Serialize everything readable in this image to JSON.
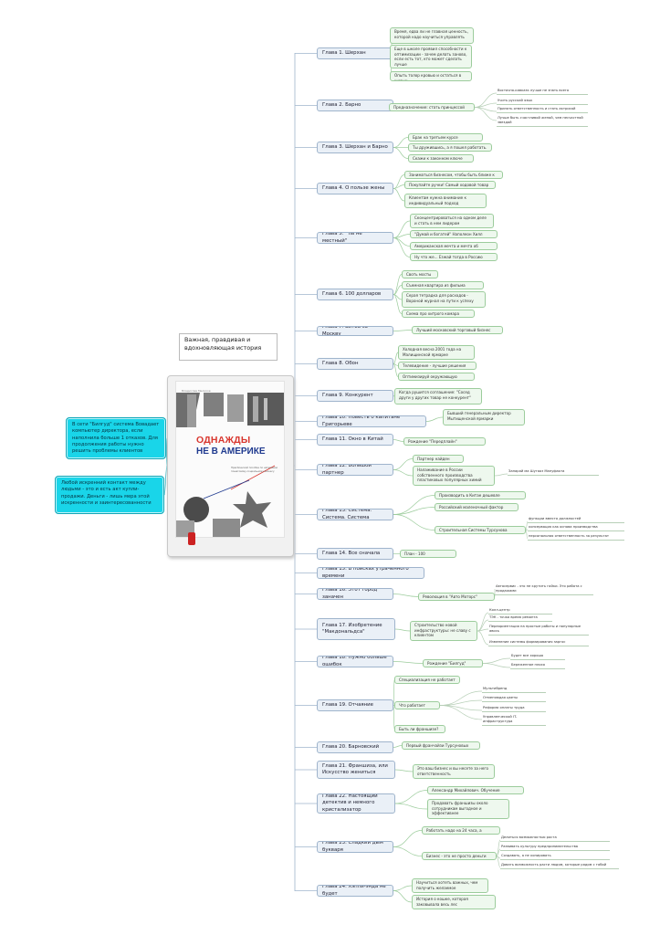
{
  "central": {
    "author": "Владислав Мелихов",
    "title_line1": "ОДНАЖДЫ",
    "title_line2": "НЕ В АМЕРИКЕ",
    "subtitle": "Пракtический пособие по написанию пошаговому-социальному бизнесу",
    "callout": "Важная, правдивая и вдохновляющая история"
  },
  "side_notes": [
    {
      "text": "В сети \"Билгуд\" система Вовадает компьютер директора, если наполнила больше 1 отказов. Для продолжения работы нужно решить проблемы клиентов"
    },
    {
      "text": "Любой искренний контакт между людьми - это и есть акт купли-продажи. Деньги - лишь мера этой искренности и заинтересованности"
    }
  ],
  "chapters": [
    {
      "label": "Глава 1. Шерхан",
      "subs": [
        {
          "label": "Время, едва ли не главная ценность, которой надо научиться управлять"
        },
        {
          "label": "Еще в школе проявил способности к оптимизации - зачем делать заново, если есть тот, кто может сделать лучше"
        },
        {
          "label": "Опыть толор кровью и остаться в живых"
        }
      ]
    },
    {
      "label": "Глава 2. Барно",
      "subs": [
        {
          "label": "Предназначение: стать принцессой «двуголой»"
        }
      ],
      "leaves": [
        "Восточно-кавказк лучше не знать всего",
        "Учить русский язык",
        "Принять ответственность и стать актрисой",
        "Лучше быть счастливой женой, чем несчастной звездой"
      ]
    },
    {
      "label": "Глава 3. Шерхан и Барно",
      "subs": [
        {
          "label": "Брак на третьем курсе института"
        },
        {
          "label": "Ты дружившись, а я пошел работать. Ура!"
        },
        {
          "label": "Скажи к законном ключе"
        }
      ]
    },
    {
      "label": "Глава 4. О пользе жены",
      "subs": [
        {
          "label": "Заниматься бизнесом, чтобы быть ближе к мужу"
        },
        {
          "label": "Покупайте ручки! Самый ходовой товар"
        },
        {
          "label": "Клиентам нужна внимание к индивидуальный подход"
        }
      ]
    },
    {
      "label": "Глава 5. \"Ты не местный\"",
      "subs": [
        {
          "label": "Сконцентрироваться на одном деле и стать в нем лидером"
        },
        {
          "label": "\"Думай и богатей\" Наполеон Хилл"
        },
        {
          "label": "Американская мечта и мечта об Америке"
        },
        {
          "label": "Ну что же... Езжай тогда в Россию"
        }
      ]
    },
    {
      "label": "Глава 6. 100 долларов",
      "subs": [
        {
          "label": "Своть мосты"
        },
        {
          "label": "Съемная квартира из фильма ужасов"
        },
        {
          "label": "Серая тетрадка для расходов - Вороной журнал на пути к успеху"
        },
        {
          "label": "Схема про хитрого комара"
        }
      ]
    },
    {
      "label": "Глава 7. Битва за Москву",
      "subs": [
        {
          "label": "Лучший московский торговый бизнес"
        }
      ]
    },
    {
      "label": "Глава 8. Обон",
      "subs": [
        {
          "label": "Холодная весна 2001 года на Малищинской ярмарке"
        },
        {
          "label": "Телевидение - лучшие решения проблем"
        },
        {
          "label": "Оптимизируй окружающую реальность"
        }
      ]
    },
    {
      "label": "Глава 9. Конкурент",
      "subs": [
        {
          "label": "Когда рушится соглашение: \"Сосед други у других товар не конкурент\""
        }
      ]
    },
    {
      "label": "Глава 10. Повесть о капитане Григорьеве",
      "subs": [
        {
          "label": "Бывший генеральным директор Мытищенской ярмарки"
        }
      ]
    },
    {
      "label": "Глава 11. Окно в Китай",
      "subs": [
        {
          "label": "Рождение \"Передплайн\""
        }
      ]
    },
    {
      "label": "Глава 12. Большой партнер",
      "subs": [
        {
          "label": "Партнер найден"
        },
        {
          "label": "Налаживание в России собственного производства пластиковых популярных химий"
        }
      ],
      "leaves": [
        "Запаряй ма Шугаоз Мануфакта"
      ]
    },
    {
      "label": "Глава 13. Система. Система. Система",
      "subs": [
        {
          "label": "Производить в Китае дешевле"
        },
        {
          "label": "Российский маленочный фактор"
        },
        {
          "label": "Строительная Системы Турсунова"
        }
      ],
      "leaves": [
        "функции вместо должностей",
        "консервация как основа производства",
        "персональная ответственность за результат"
      ]
    },
    {
      "label": "Глава 14. Все сначала",
      "subs": [
        {
          "label": "План - 100 автосервисов"
        }
      ]
    },
    {
      "label": "Глава 15. В поисках утраченного времени",
      "subs": []
    },
    {
      "label": "Глава 16. Этот город заначен",
      "subs": [
        {
          "label": "Революция в \"Авто Моторс\""
        }
      ],
      "leaves": [
        "Автосервис - это не крутить гайки. Это работа с продажами"
      ]
    },
    {
      "label": "Глава 17. Изобретение \"Макдональдса\"",
      "subs": [
        {
          "label": "Строительство новой инфраструктуры: не славу с клиентом"
        }
      ],
      "leaves": [
        "Колл-центр",
        "ТЭК - точка время ремонта",
        "Переориентация на простые работы и популярные авось",
        "Изменение системы формирования заргос"
      ]
    },
    {
      "label": "Глава 18. Нужно больше ошибок",
      "subs": [
        {
          "label": "Рождение \"Билгуд\""
        }
      ],
      "leaves": [
        "Будет все хорошо",
        "Береженное плохо"
      ]
    },
    {
      "label": "Глава 19. Отчаяние",
      "subs": [
        {
          "label": "Специализация не работает"
        },
        {
          "label": "Что работает"
        },
        {
          "label": "Быть ли франшизе?"
        }
      ],
      "leaves": [
        "Мультибренд",
        "Отменяюдая цветы",
        "Реформа оплаты труда",
        "Управленческой IT-инфраструктура"
      ]
    },
    {
      "label": "Глава 20. Барновский",
      "subs": [
        {
          "label": "Первый франчайзи Турсуновых"
        }
      ]
    },
    {
      "label": "Глава 21. Франшиза, или Искусство жениться",
      "subs": [
        {
          "label": "Это ваш бизнес и вы несете за него ответственность"
        }
      ]
    },
    {
      "label": "Глава 22. Настоящий детектив и немного кристализатор",
      "subs": [
        {
          "label": "Александр Михайлович. Обучение франчайзи"
        },
        {
          "label": "Продавать франшизы около сотрудникам выгодное и эффективнее"
        }
      ]
    },
    {
      "label": "Глава 23. Сладкий дым букваря",
      "subs": [
        {
          "label": "Работать надо на 24 часа, а головой"
        },
        {
          "label": "Бизнес - это не просто деньги"
        }
      ],
      "leaves": [
        "Делиться возможностью роста",
        "Развивать культуру предпринимательства",
        "Создавать, а не копировать",
        "Давать возможность расти людям, которые рядом с тобой"
      ]
    },
    {
      "label": "Глава 24. Хэппи-энда не будет",
      "subs": [
        {
          "label": "Научиться хотеть важных, чем получить желаемое"
        },
        {
          "label": "История о кошке, которая заковывала весь лес"
        }
      ]
    }
  ]
}
